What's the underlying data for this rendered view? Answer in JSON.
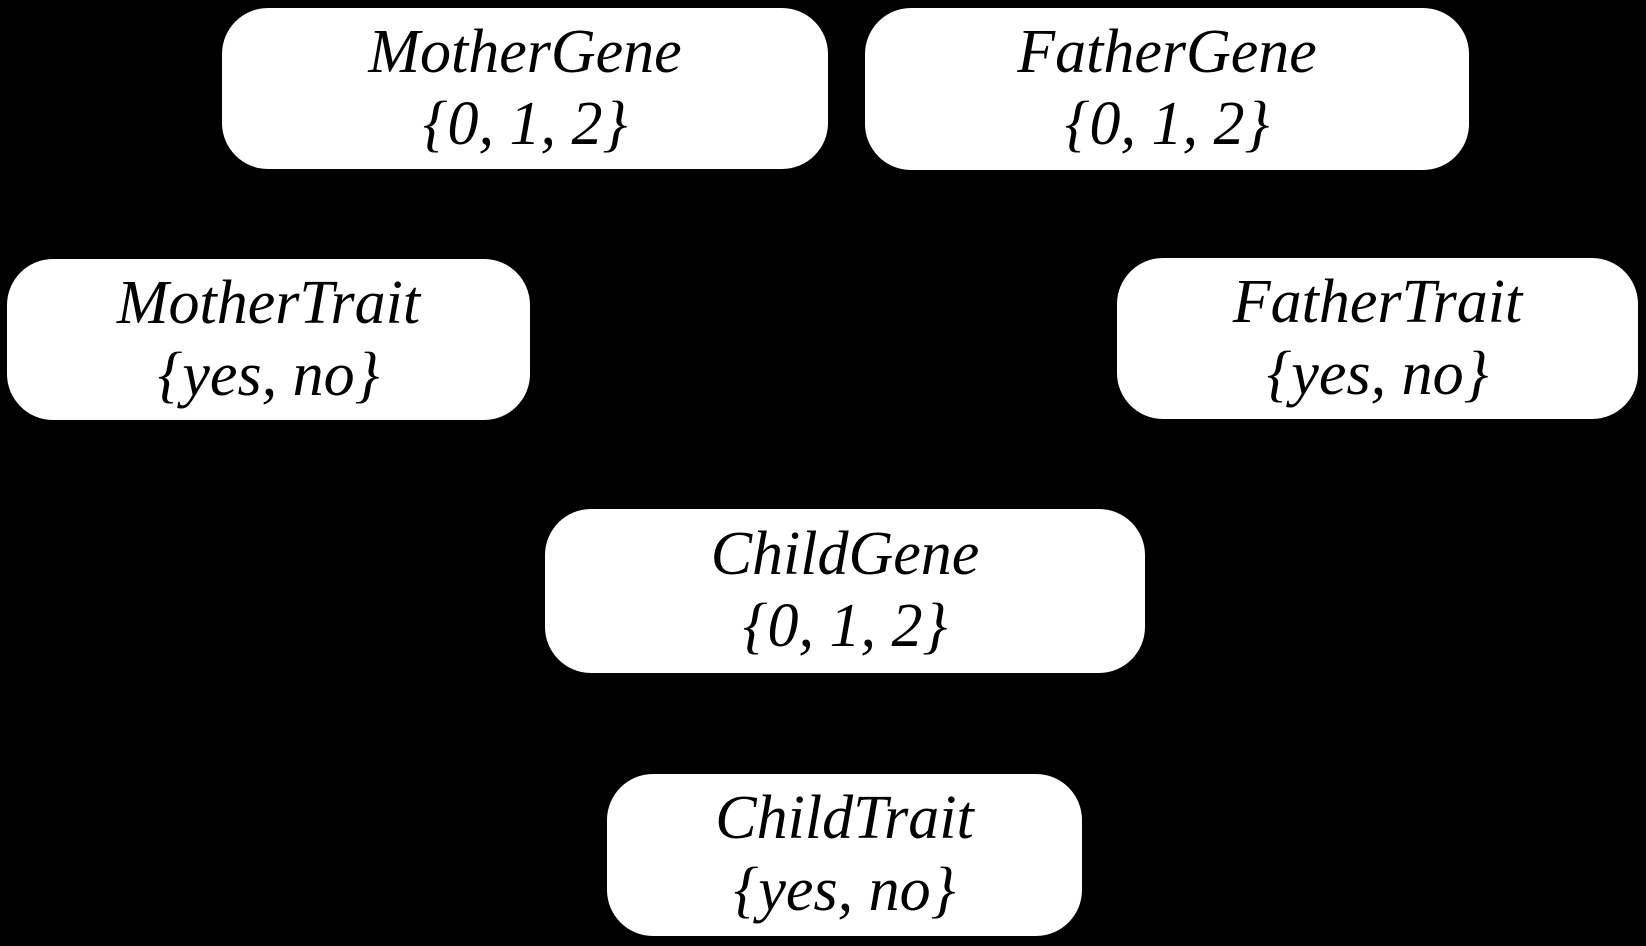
{
  "diagram": {
    "kind": "bayesian-network-node-diagram",
    "colors": {
      "background": "#000000",
      "node_fill": "#ffffff",
      "node_text": "#000000"
    },
    "nodes": {
      "mother_gene": {
        "label": "MotherGene",
        "domain": "{0, 1, 2}"
      },
      "father_gene": {
        "label": "FatherGene",
        "domain": "{0, 1, 2}"
      },
      "mother_trait": {
        "label": "MotherTrait",
        "domain": "{yes, no}"
      },
      "father_trait": {
        "label": "FatherTrait",
        "domain": "{yes, no}"
      },
      "child_gene": {
        "label": "ChildGene",
        "domain": "{0, 1, 2}"
      },
      "child_trait": {
        "label": "ChildTrait",
        "domain": "{yes, no}"
      }
    }
  }
}
